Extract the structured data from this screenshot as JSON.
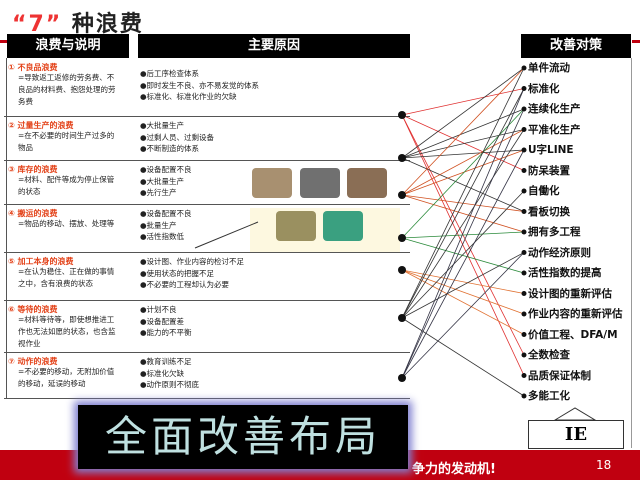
{
  "title": {
    "quote_open": "“",
    "number": "7",
    "quote_close": "”",
    "text": "种浪费"
  },
  "headers": {
    "waste": "浪费与说明",
    "causes": "主要原因",
    "measures": "改善对策"
  },
  "wastes": [
    {
      "name": "① 不良品浪费",
      "desc": "=导致返工返修的劳务费、不良品的材料费、抱怨处理的劳务费",
      "causes": [
        "●后工序检查体系",
        "●即时发生不良、亦不易发觉的体系",
        "●标准化、标准化作业的欠缺"
      ]
    },
    {
      "name": "② 过量生产的浪费",
      "desc": "=在不必要的时间生产过多的物品",
      "causes": [
        "●大批量生产",
        "●过剩人员、过剩设备",
        "●不断制造的体系"
      ]
    },
    {
      "name": "③ 库存的浪费",
      "desc": "=材料、配件等成为停止保管的状态",
      "causes": [
        "●设备配置不良",
        "●大批量生产",
        "●先行生产"
      ]
    },
    {
      "name": "④ 搬运的浪费",
      "desc": "=物品的移动、摆放、处理等",
      "causes": [
        "●设备配置不良",
        "●批量生产",
        "●活性指数低"
      ]
    },
    {
      "name": "⑤ 加工本身的浪费",
      "desc": "=在认为稳住、正在做的事情之中，含有浪费的状态",
      "causes": [
        "●设计图、作业内容的检讨不足",
        "●使用状态的把握不足",
        "●不必要的工程却认为必要"
      ]
    },
    {
      "name": "⑥ 等待的浪费",
      "desc": "=材料等待等，即使想推进工作也无法如愿的状态，也含监视作业",
      "causes": [
        "●计划不良",
        "●设备配置差",
        "●能力的不平衡"
      ]
    },
    {
      "name": "⑦ 动作的浪费",
      "desc": "=不必要的移动，无附加价值的移动，延误的移动",
      "causes": [
        "●教育训练不足",
        "●标准化欠缺",
        "●动作原则不彻底"
      ]
    }
  ],
  "measures": [
    "单件流动",
    "标准化",
    "连续化生产",
    "平准化生产",
    "U字LINE",
    "防呆装置",
    "自働化",
    "看板切换",
    "拥有多工程",
    "动作经济原则",
    "活性指数的提高",
    "设计图的重新评估",
    "作业内容的重新评估",
    "价值工程、DFA/M",
    "全数检查",
    "品质保证体制",
    "多能工化"
  ],
  "banner": "全面改善布局",
  "ie_label": "IE",
  "footer": {
    "slogan": "争力的发动机!",
    "page": "18"
  },
  "colors": {
    "accent": "#c00010",
    "waste_title": "#e3431a"
  }
}
